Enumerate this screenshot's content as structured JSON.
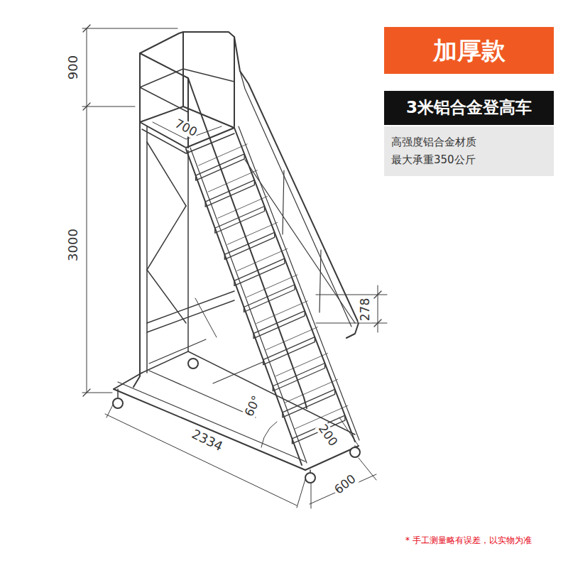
{
  "diagram": {
    "nodes": [
      {
        "text": [
          "加厚款"
        ]
      },
      {
        "text": [
          "3米铝合金登高车"
        ]
      },
      {
        "text": [
          "高强度铝合金材质",
          "最大承重350公斤"
        ]
      }
    ],
    "labels": [
      "900",
      "700",
      "3000",
      "278",
      "60°",
      "2334",
      "200",
      "600",
      "* 手工测量略有误差，以实物为准"
    ]
  }
}
